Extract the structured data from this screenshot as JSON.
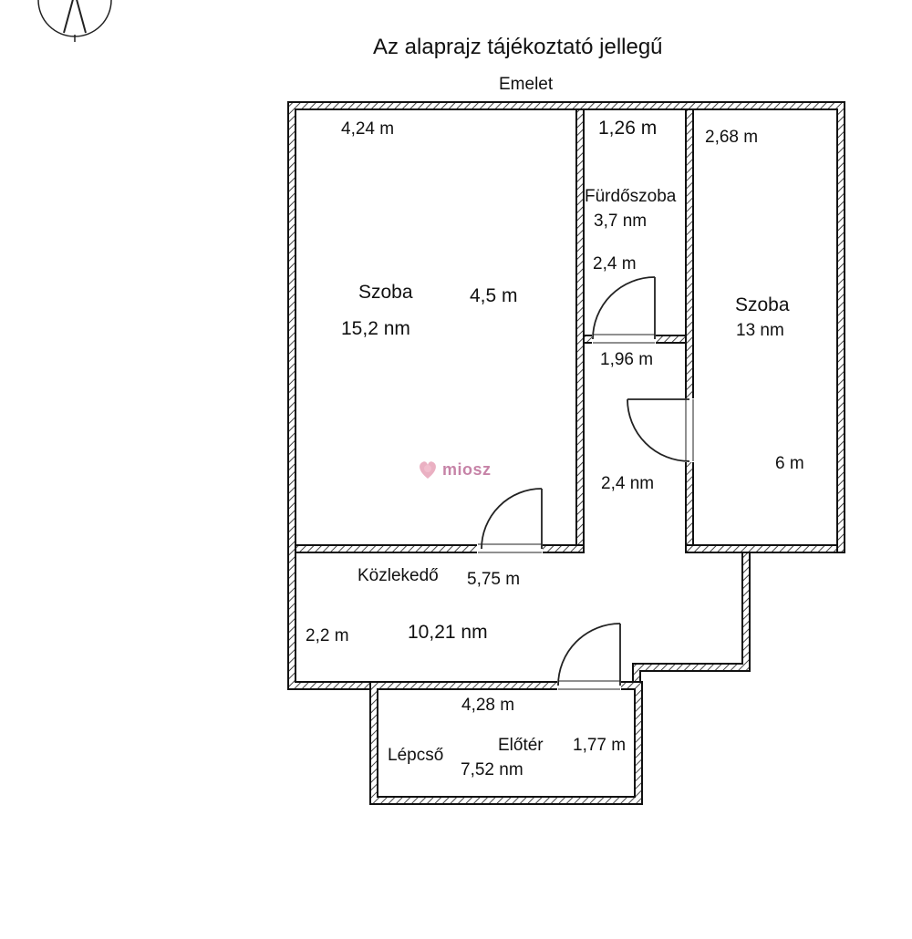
{
  "title": "Az alaprajz tájékoztató jellegű",
  "floor": "Emelet",
  "rooms": {
    "szoba_left": {
      "name": "Szoba",
      "area": "15,2 nm",
      "width": "4,24 m",
      "depth": "4,5 m"
    },
    "furdoszoba": {
      "name": "Fürdőszoba",
      "area": "3,7 nm",
      "width": "1,26 m",
      "depth": "2,4 m"
    },
    "szoba_right": {
      "name": "Szoba",
      "area": "13 nm",
      "width": "2,68 m",
      "depth": "6 m"
    },
    "hall": {
      "area": "2,4 nm",
      "width": "1,96 m"
    },
    "kozlekedo": {
      "name": "Közlekedő",
      "area": "10,21 nm",
      "width": "5,75 m",
      "depth": "2,2 m"
    },
    "eloter": {
      "name": "Előtér",
      "area": "7,52 nm",
      "width": "4,28 m",
      "depth": "1,77 m"
    },
    "lepcso": {
      "name": "Lépcső"
    }
  },
  "watermark": "miosz",
  "colors": {
    "wall": "#111111",
    "hatch": "#444444",
    "watermark": "#b45a8a"
  },
  "icons": {
    "compass": "north-arrow-icon",
    "watermark_logo": "miosz-logo-icon"
  }
}
